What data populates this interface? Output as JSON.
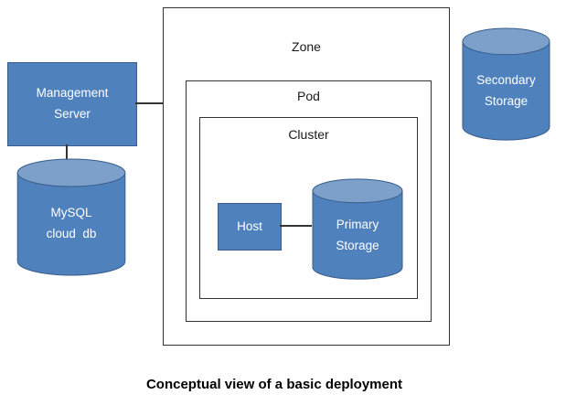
{
  "caption": "Conceptual view of a basic deployment",
  "colors": {
    "shape_fill": "#4f81bd",
    "shape_top": "#7da0ca",
    "shape_border": "#385d8a",
    "box_border": "#333333",
    "line": "#333333"
  },
  "zone": {
    "label": "Zone"
  },
  "pod": {
    "label": "Pod"
  },
  "cluster": {
    "label": "Cluster"
  },
  "host": {
    "label": "Host"
  },
  "management_server": {
    "lines": [
      "Management",
      "Server"
    ]
  },
  "mysql_db": {
    "lines": [
      "MySQL",
      "cloud  db"
    ]
  },
  "primary_storage": {
    "lines": [
      "Primary",
      "Storage"
    ]
  },
  "secondary_storage": {
    "lines": [
      "Secondary",
      "Storage"
    ]
  }
}
